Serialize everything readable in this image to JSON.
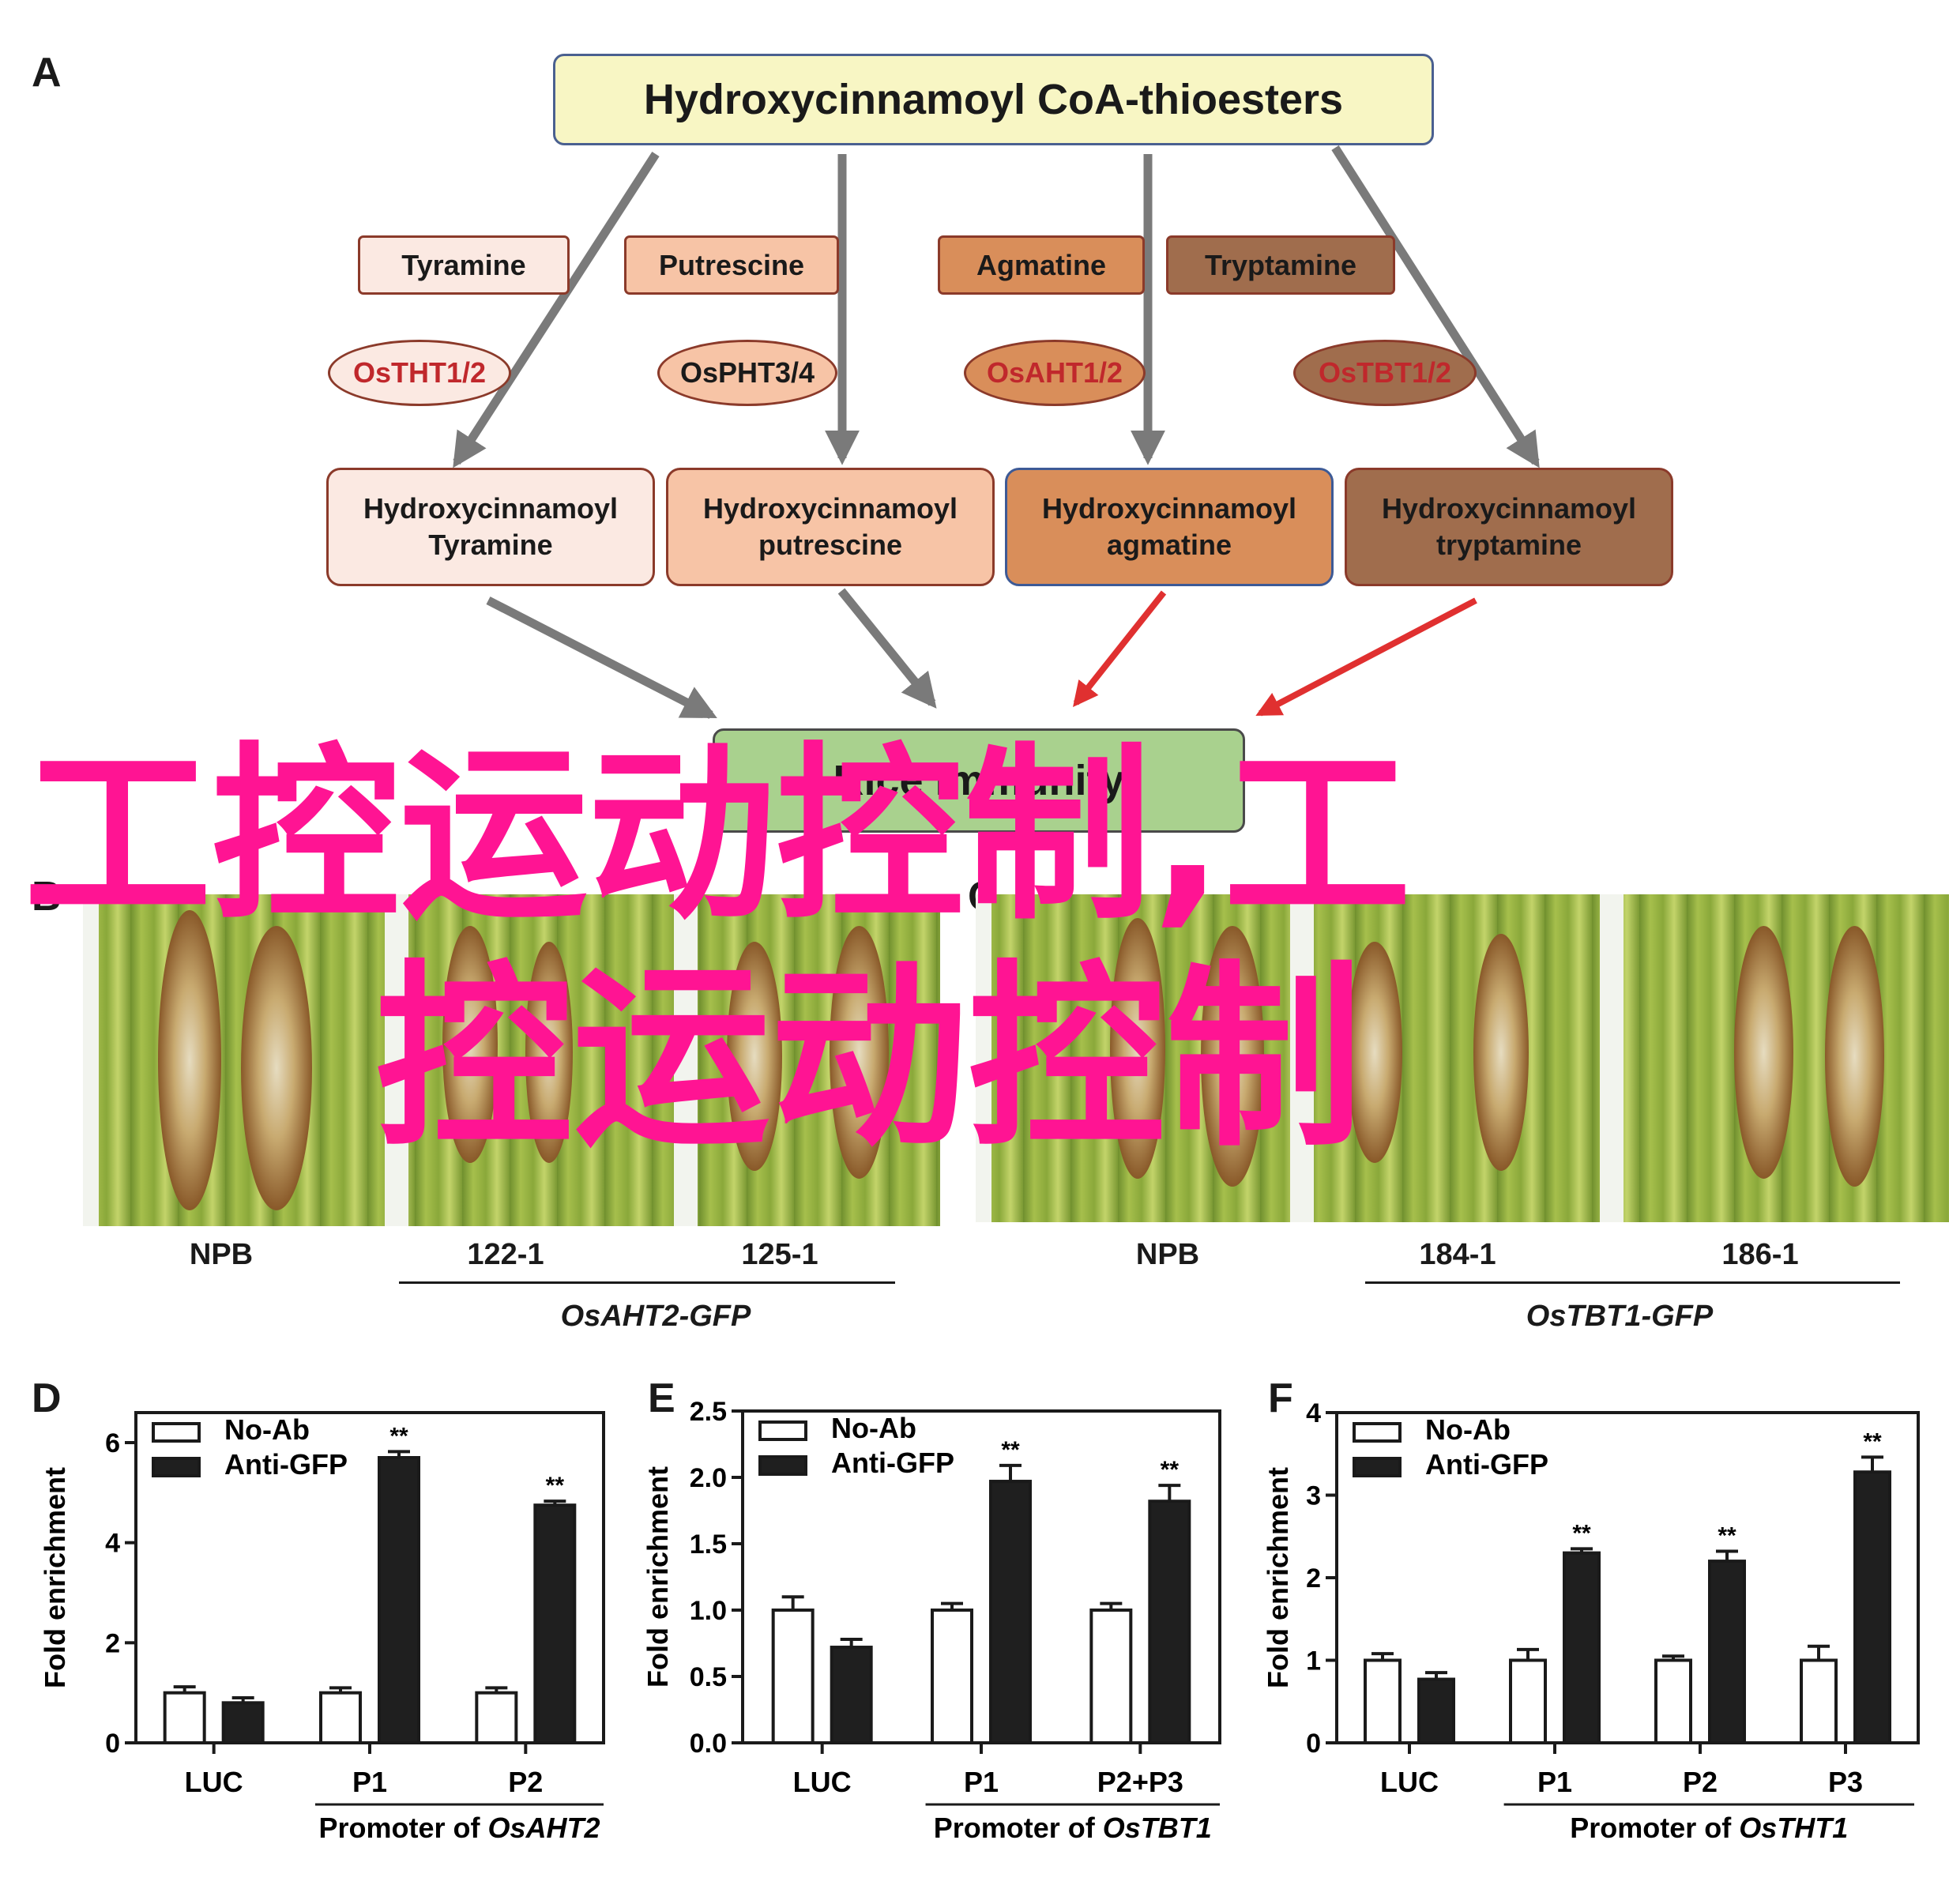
{
  "panels": {
    "a": "A",
    "b": "B",
    "c": "C",
    "d": "D",
    "e": "E",
    "f": "F"
  },
  "pathway": {
    "top": "Hydroxycinnamoyl CoA-thioesters",
    "substrates": [
      {
        "label": "Tyramine",
        "color": "#fbe9e2"
      },
      {
        "label": "Putrescine",
        "color": "#f7c4a6"
      },
      {
        "label": "Agmatine",
        "color": "#d98e5a"
      },
      {
        "label": "Tryptamine",
        "color": "#a06d4d"
      }
    ],
    "enzymes": [
      {
        "label": "OsTHT1/2",
        "color": "#fbe9e2",
        "text_color": "#c0282c"
      },
      {
        "label": "OsPHT3/4",
        "color": "#f7c4a6",
        "text_color": "#1a1a1a"
      },
      {
        "label": "OsAHT1/2",
        "color": "#d98e5a",
        "text_color": "#c0282c"
      },
      {
        "label": "OsTBT1/2",
        "color": "#a06d4d",
        "text_color": "#c0282c"
      }
    ],
    "products": [
      {
        "line1": "Hydroxycinnamoyl",
        "line2": "Tyramine",
        "color": "#fbe9e2"
      },
      {
        "line1": "Hydroxycinnamoyl",
        "line2": "putrescine",
        "color": "#f7c4a6"
      },
      {
        "line1": "Hydroxycinnamoyl",
        "line2": "agmatine",
        "color": "#d98e5a"
      },
      {
        "line1": "Hydroxycinnamoyl",
        "line2": "tryptamine",
        "color": "#a06d4d"
      }
    ],
    "bottom": "Rice immunity",
    "arrow_gray": "#7a7a7a",
    "arrow_red": "#e03030"
  },
  "photos": {
    "b": {
      "labels": [
        "NPB",
        "122-1",
        "125-1"
      ],
      "group": "OsAHT2-GFP"
    },
    "c": {
      "labels": [
        "NPB",
        "184-1",
        "186-1"
      ],
      "group": "OsTBT1-GFP"
    }
  },
  "watermark": {
    "line1": "工控运动控制,工",
    "line2": "控运动控制",
    "color": "#ff1493"
  },
  "chart_data": [
    {
      "panel": "D",
      "type": "bar",
      "ylabel": "Fold enrichment",
      "ylim": [
        0,
        6.6
      ],
      "yticks": [
        "0",
        "2",
        "4",
        "6"
      ],
      "ytick_values": [
        0,
        2,
        4,
        6
      ],
      "categories": [
        "LUC",
        "P1",
        "P2"
      ],
      "group_label": "Promoter of ",
      "group_gene": "OsAHT2",
      "group_start": 1,
      "series": [
        {
          "name": "No-Ab",
          "values": [
            1.0,
            1.0,
            1.0
          ],
          "errors": [
            0.12,
            0.1,
            0.1
          ]
        },
        {
          "name": "Anti-GFP",
          "values": [
            0.8,
            5.7,
            4.75
          ],
          "errors": [
            0.1,
            0.12,
            0.08
          ]
        }
      ],
      "significance": [
        "",
        "**",
        "**"
      ]
    },
    {
      "panel": "E",
      "type": "bar",
      "ylabel": "Fold enrichment",
      "ylim": [
        0,
        2.5
      ],
      "yticks": [
        "0.0",
        "0.5",
        "1.0",
        "1.5",
        "2.0",
        "2.5"
      ],
      "ytick_values": [
        0,
        0.5,
        1.0,
        1.5,
        2.0,
        2.5
      ],
      "categories": [
        "LUC",
        "P1",
        "P2+P3"
      ],
      "group_label": "Promoter of ",
      "group_gene": "OsTBT1",
      "group_start": 1,
      "series": [
        {
          "name": "No-Ab",
          "values": [
            1.0,
            1.0,
            1.0
          ],
          "errors": [
            0.1,
            0.05,
            0.05
          ]
        },
        {
          "name": "Anti-GFP",
          "values": [
            0.72,
            1.97,
            1.82
          ],
          "errors": [
            0.06,
            0.12,
            0.12
          ]
        }
      ],
      "significance": [
        "",
        "**",
        "**"
      ]
    },
    {
      "panel": "F",
      "type": "bar",
      "ylabel": "Fold enrichment",
      "ylim": [
        0,
        4
      ],
      "yticks": [
        "0",
        "1",
        "2",
        "3",
        "4"
      ],
      "ytick_values": [
        0,
        1,
        2,
        3,
        4
      ],
      "categories": [
        "LUC",
        "P1",
        "P2",
        "P3"
      ],
      "group_label": "Promoter of ",
      "group_gene": "OsTHT1",
      "group_start": 1,
      "series": [
        {
          "name": "No-Ab",
          "values": [
            1.0,
            1.0,
            1.0,
            1.0
          ],
          "errors": [
            0.08,
            0.13,
            0.05,
            0.17
          ]
        },
        {
          "name": "Anti-GFP",
          "values": [
            0.77,
            2.3,
            2.2,
            3.28
          ],
          "errors": [
            0.08,
            0.05,
            0.12,
            0.18
          ]
        }
      ],
      "significance": [
        "",
        "**",
        "**",
        "**"
      ]
    }
  ]
}
